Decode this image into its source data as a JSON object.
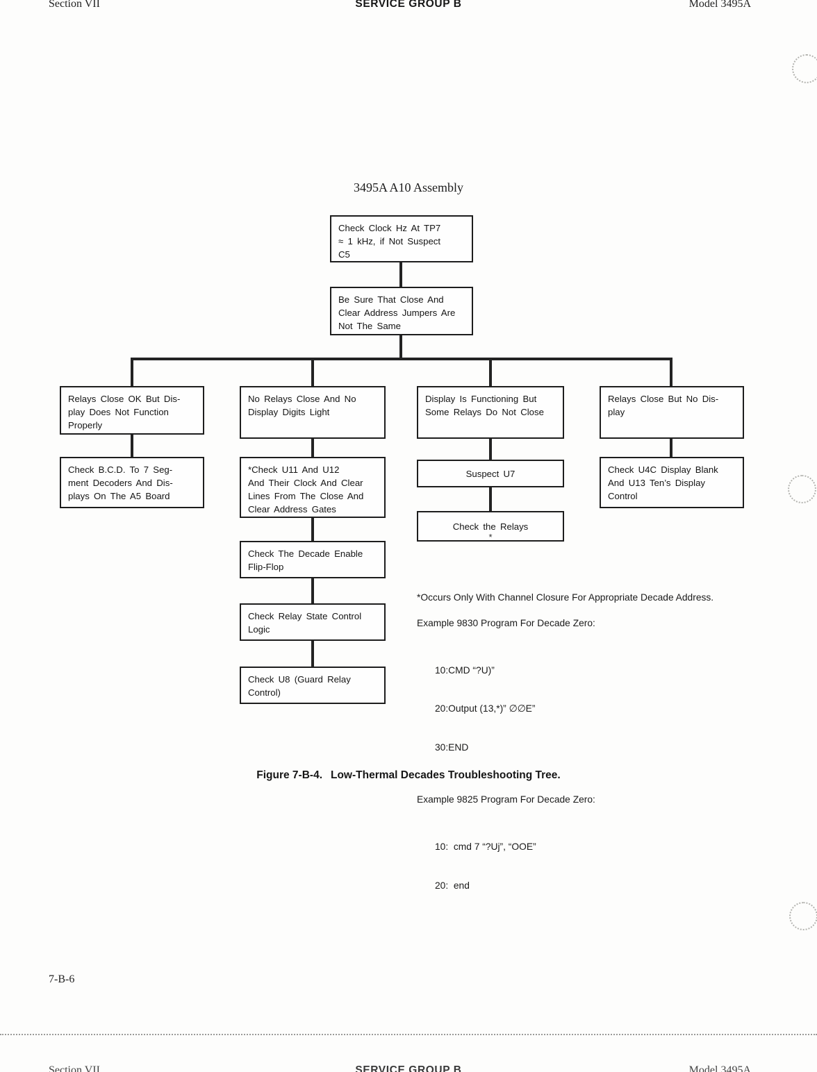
{
  "header": {
    "section": "Section VII",
    "group": "SERVICE GROUP B",
    "model": "Model 3495A"
  },
  "diagram": {
    "title": "3495A A10 Assembly",
    "nodes": {
      "check_clock": "Check Clock Hz At TP7\n≈ 1 kHz, if Not Suspect\nC5",
      "jumpers": "Be Sure That Close And\nClear Address Jumpers Are\nNot The Same",
      "relays_ok_display_bad": "Relays Close OK But Dis-\nplay Does Not Function\nProperly",
      "no_relays_no_display": "No Relays Close And No\nDisplay Digits Light",
      "display_ok_relays_bad": "Display Is Functioning But\nSome Relays Do Not Close",
      "relays_close_no_display": "Relays Close But No Dis-\nplay",
      "check_bcd": "Check B.C.D. To 7 Seg-\nment Decoders And Dis-\nplays On The A5 Board",
      "check_u11_u12": "*Check U11 And U12\nAnd Their Clock And Clear\nLines From The Close And\nClear Address Gates",
      "suspect_u7": "Suspect U7",
      "check_u4c": "Check U4C Display Blank\nAnd U13 Ten’s Display\nControl",
      "check_relays": "Check the Relays",
      "check_relays_mark": "*",
      "decade_enable": "Check The Decade Enable\nFlip-Flop",
      "relay_state": "Check Relay State Control\nLogic",
      "check_u8": "Check U8 (Guard Relay\nControl)"
    },
    "notes": {
      "footnote": "*Occurs Only With Channel Closure For Appropriate Decade Address.",
      "ex9830_label": "Example 9830 Program For Decade Zero:",
      "ex9830_lines": [
        "10:CMD “?U)”",
        "20:Output (13,*)” ∅∅E”",
        "30:END"
      ],
      "ex9825_label": "Example 9825 Program For Decade Zero:",
      "ex9825_lines": [
        "10:  cmd 7 “?Uj”, “OOE”",
        "20:  end"
      ]
    },
    "caption_label": "Figure 7-B-4.",
    "caption_text": "Low-Thermal Decades Troubleshooting Tree."
  },
  "footer": {
    "page_number": "7-B-6"
  },
  "colors": {
    "ink": "#1d1d1d",
    "paper": "#fdfdfc"
  }
}
